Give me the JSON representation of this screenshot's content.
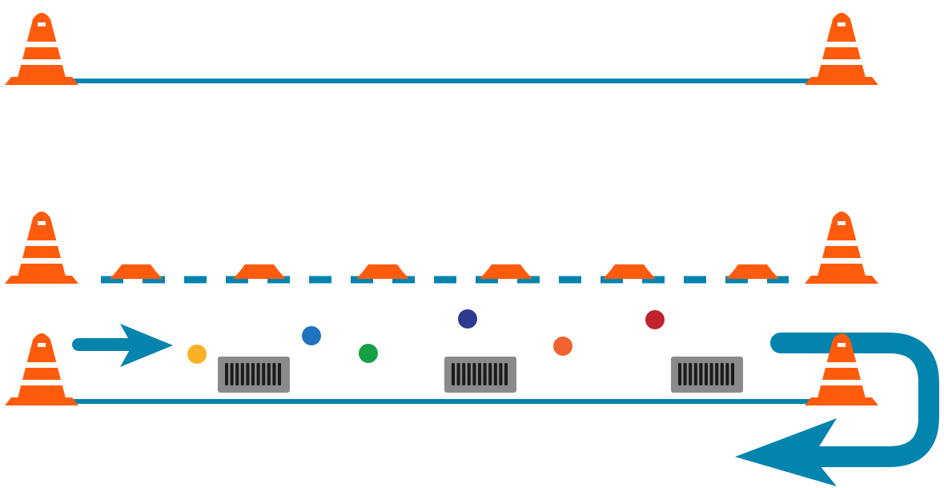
{
  "colors": {
    "background": "#ffffff",
    "line": "#0284AE",
    "cone": "#FF5B0D",
    "cone_stripe": "#ffffff",
    "disc_cone": "#FF5B0D",
    "hurdle_frame": "#8A8A8A",
    "hurdle_slats": "#1A1A1A",
    "arrow": "#0284AE"
  },
  "rows": [
    {
      "name": "top-row",
      "cones": [
        "traffic-cone",
        "traffic-cone"
      ],
      "line": "solid"
    },
    {
      "name": "middle-row",
      "cones": [
        "traffic-cone",
        "traffic-cone"
      ],
      "line": "dashed",
      "disc_cone_count": 6
    },
    {
      "name": "bottom-row",
      "cones": [
        "traffic-cone",
        "traffic-cone"
      ],
      "line": "solid",
      "hurdle_count": 3,
      "balls": [
        {
          "name": "yellow",
          "color": "#FBB126"
        },
        {
          "name": "blue",
          "color": "#1F73C0"
        },
        {
          "name": "green",
          "color": "#16A045"
        },
        {
          "name": "navy",
          "color": "#2E3A8F"
        },
        {
          "name": "orange",
          "color": "#F26330"
        },
        {
          "name": "red",
          "color": "#C0232E"
        }
      ],
      "arrows": [
        "forward-arrow-icon",
        "return-u-turn-arrow-icon"
      ]
    }
  ]
}
